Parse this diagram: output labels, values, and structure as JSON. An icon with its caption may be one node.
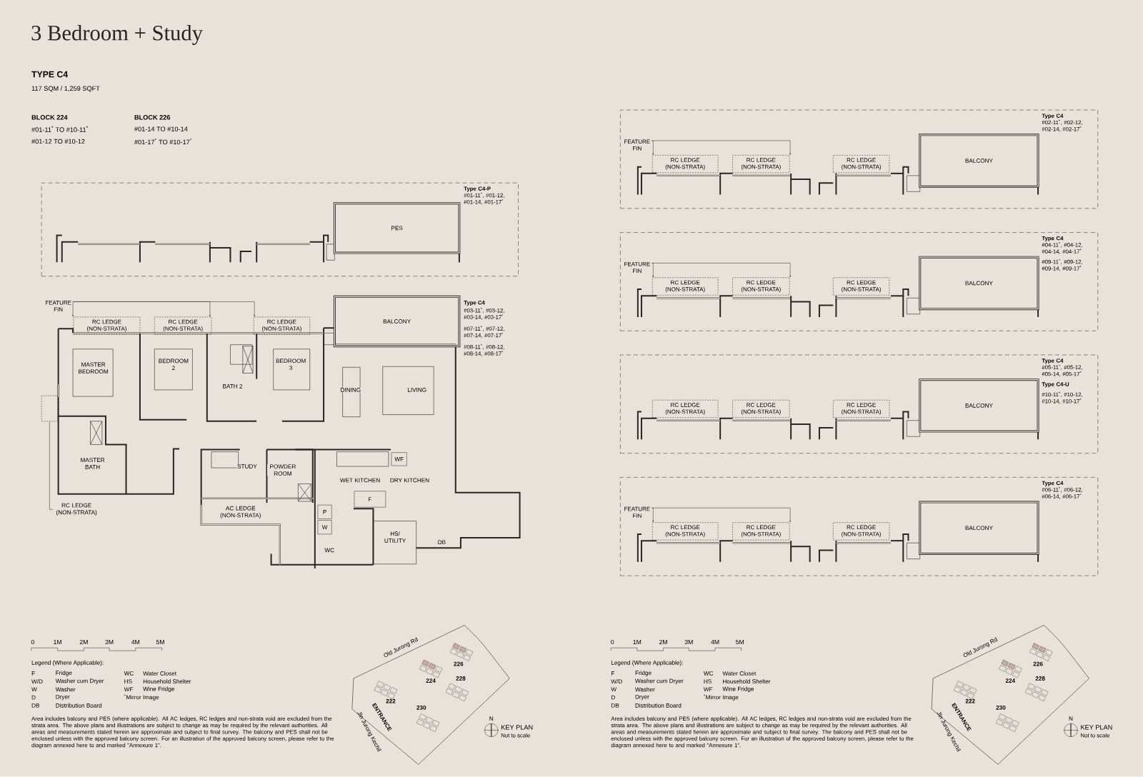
{
  "diagram": {
    "title": "3 Bedroom + Study",
    "nodes": [
      {
        "text": [
          "Type C4-P",
          "#01-11$^{*}$, #01-12, #01-14, #01-17$^{*}$"
        ]
      },
      {
        "text": [
          "PES"
        ],
        "in": 0
      },
      {
        "text": [
          "Type C4",
          "#02-11$^{*}$, #02-12, #02-14, #02-17$^{*}$"
        ]
      },
      {
        "text": [
          "FEATURE FIN"
        ],
        "in": 2
      },
      {
        "text": [
          "RC LEDGE (NON-STRATA)"
        ],
        "in": 2
      },
      {
        "text": [
          "RC LEDGE (NON-STRATA)"
        ],
        "in": 2
      },
      {
        "text": [
          "RC LEDGE (NON-STRATA)"
        ],
        "in": 2
      },
      {
        "text": [
          "BALCONY"
        ],
        "in": 2
      },
      {
        "text": [
          "Type C4",
          "#04-11$^{*}$, #04-12, #04-14, #04-17$^{*}$",
          "#09-11$^{*}$, #09-12, #09-14, #09-17$^{*}$"
        ]
      },
      {
        "text": [
          "FEATURE FIN"
        ],
        "in": 8
      },
      {
        "text": [
          "RC LEDGE (NON-STRATA)"
        ],
        "in": 8
      },
      {
        "text": [
          "RC LEDGE (NON-STRATA)"
        ],
        "in": 8
      },
      {
        "text": [
          "RC LEDGE (NON-STRATA)"
        ],
        "in": 8
      },
      {
        "text": [
          "BALCONY"
        ],
        "in": 8
      },
      {
        "text": [
          "Type C4",
          "#05-11$^{*}$, #05-12, #05-14, #05-17$^{*}$",
          "Type C4-U",
          "#10-11$^{*}$, #10-12, #10-14, #10-17$^{*}$"
        ]
      },
      {
        "text": [
          "RC LEDGE (NON-STRATA)"
        ],
        "in": 14
      },
      {
        "text": [
          "RC LEDGE (NON-STRATA)"
        ],
        "in": 14
      },
      {
        "text": [
          "RC LEDGE (NON-STRATA)"
        ],
        "in": 14
      },
      {
        "text": [
          "BALCONY"
        ],
        "in": 14
      },
      {
        "text": [
          "Type C4",
          "#06-11$^{*}$, #06-12, #06-14, #06-17$^{*}$"
        ]
      },
      {
        "text": [
          "FEATURE FIN"
        ],
        "in": 19
      },
      {
        "text": [
          "RC LEDGE (NON-STRATA)"
        ],
        "in": 19
      },
      {
        "text": [
          "RC LEDGE (NON-STRATA)"
        ],
        "in": 19
      },
      {
        "text": [
          "RC LEDGE (NON-STRATA)"
        ],
        "in": 19
      },
      {
        "text": [
          "BALCONY"
        ],
        "in": 19
      },
      {
        "text": [
          "FEATURE FIN"
        ]
      },
      {
        "text": [
          "RC LEDGE (NON-STRATA)"
        ]
      },
      {
        "text": [
          "RC LEDGE (NON-STRATA)"
        ]
      },
      {
        "text": [
          "RC LEDGE (NON-STRATA)"
        ]
      },
      {
        "text": [
          "BALCONY"
        ]
      },
      {
        "text": [
          "MASTER BEDROOM"
        ]
      },
      {
        "text": [
          "BEDROOM 2"
        ]
      },
      {
        "text": [
          "BATH 2"
        ]
      },
      {
        "text": [
          "BEDROOM 3"
        ]
      },
      {
        "text": [
          "DINING"
        ]
      },
      {
        "text": [
          "LIVING"
        ]
      },
      {
        "text": [
          "MASTER BATH"
        ]
      },
      {
        "text": [
          "STUDY"
        ]
      },
      {
        "text": [
          "POWDER ROOM"
        ]
      },
      {
        "text": [
          "WET KITCHEN"
        ]
      },
      {
        "text": [
          "DRY KITCHEN"
        ]
      },
      {
        "text": [
          "HS/ UTILITY"
        ]
      },
      {
        "text": [
          "DB"
        ]
      },
      {
        "text": [
          "WC"
        ]
      },
      {
        "text": [
          "AC LEDGE (NON-STRATA)"
        ]
      },
      {
        "text": [
          "RC LEDGE (NON-STRATA)"
        ]
      },
      {
        "text": [],
        "shape": "box"
      },
      {
        "text": [
          "WF"
        ]
      },
      {
        "text": [
          "F"
        ]
      },
      {
        "text": [
          "P"
        ]
      },
      {
        "text": [
          "W"
        ]
      }
    ],
    "edges": [
      {
        "from": 25,
        "to": 26,
        "arrow": "to"
      },
      {
        "from": 25,
        "to": 27,
        "arrow": "to"
      },
      {
        "from": 25,
        "to": 28,
        "arrow": "to"
      },
      {
        "from": 3,
        "to": 4,
        "arrow": "to"
      },
      {
        "from": 3,
        "to": 5,
        "arrow": "to"
      },
      {
        "from": 9,
        "to": 10,
        "arrow": "to"
      },
      {
        "from": 9,
        "to": 11,
        "arrow": "to"
      },
      {
        "from": 20,
        "to": 21,
        "arrow": "to"
      },
      {
        "from": 20,
        "to": 22,
        "arrow": "to"
      },
      {
        "from": 45,
        "to": 46,
        "arrow": "none"
      }
    ],
    "labels": [
      "TYPE C4",
      "117 SQM / 1,259 SQFT",
      "BLOCK 224",
      "#01-11$^{*}$ TO #10-11$^{*}$",
      "#01-12 TO #10-12",
      "BLOCK 226",
      "#01-14 TO #10-14",
      "#01-17$^{*}$ TO #10-17$^{*}$",
      "Type C4",
      "#03-11$^{*}$, #03-12, #03-14, #03-17$^{*}$",
      "#07-11$^{*}$, #07-12, #07-14, #07-17$^{*}$",
      "#08-11$^{*}$, #08-12, #08-14, #08-17$^{*}$",
      "0",
      "1M",
      "2M",
      "3M",
      "4M",
      "5M",
      "Legend (Where Applicable):",
      "F",
      "Fridge",
      "WC",
      "Water Closet",
      "W/D",
      "Washer cum Dryer",
      "HS",
      "Household Shelter",
      "W",
      "Washer",
      "WF",
      "Wine Fridge",
      "D",
      "Dryer",
      "$^{*}$Mirror Image",
      "DB",
      "Distribution Board",
      "Area includes balcony and PES (where applicable). All AC ledges, RC ledges and non-strata void are excluded from the strata area. The above plans and illustrations are subject to change as may be required by the relevant authorities. All areas and measurements stated herein are approximate and subject to final survey. The balcony and PES shall not be enclosed unless with the approved balcony screen. For an illustration of the approved balcony screen, please refer to the diagram annexed here to and marked \"Annexure 1\".",
      "Old Jurong Rd",
      "226",
      "224",
      "228",
      "222",
      "230",
      "ENTRANCE",
      "Jln Jurong Kechil",
      "N",
      "KEY PLAN",
      "Not to scale",
      "0",
      "1M",
      "2M",
      "3M",
      "4M",
      "5M",
      "Legend (Where Applicable):",
      "F",
      "Fridge",
      "WC",
      "Water Closet",
      "W/D",
      "Washer cum Dryer",
      "HS",
      "Household Shelter",
      "W",
      "Washer",
      "WF",
      "Wine Fridge",
      "D",
      "Dryer",
      "$^{*}$Mirror Image",
      "DB",
      "Distribution Board",
      "Area includes balcony and PES (where applicable). All AC ledges, RC ledges and non-strata void are excluded from the strata area. The above plans and illustrations are subject to change as may be required by the relevant authorities. All areas and measurements stated herein are approximate and subject to final survey. The balcony and PES shall not be enclosed unless with the approved balcony screen. For an illustration of the approved balcony screen, please refer to the diagram annexed here to and marked \"Annexure 1\".",
      "Old Jurong Rd",
      "226",
      "224",
      "228",
      "222",
      "230",
      "ENTRANCE",
      "Jln Jurong Kechil",
      "N",
      "KEY PLAN",
      "Not to scale"
    ]
  }
}
